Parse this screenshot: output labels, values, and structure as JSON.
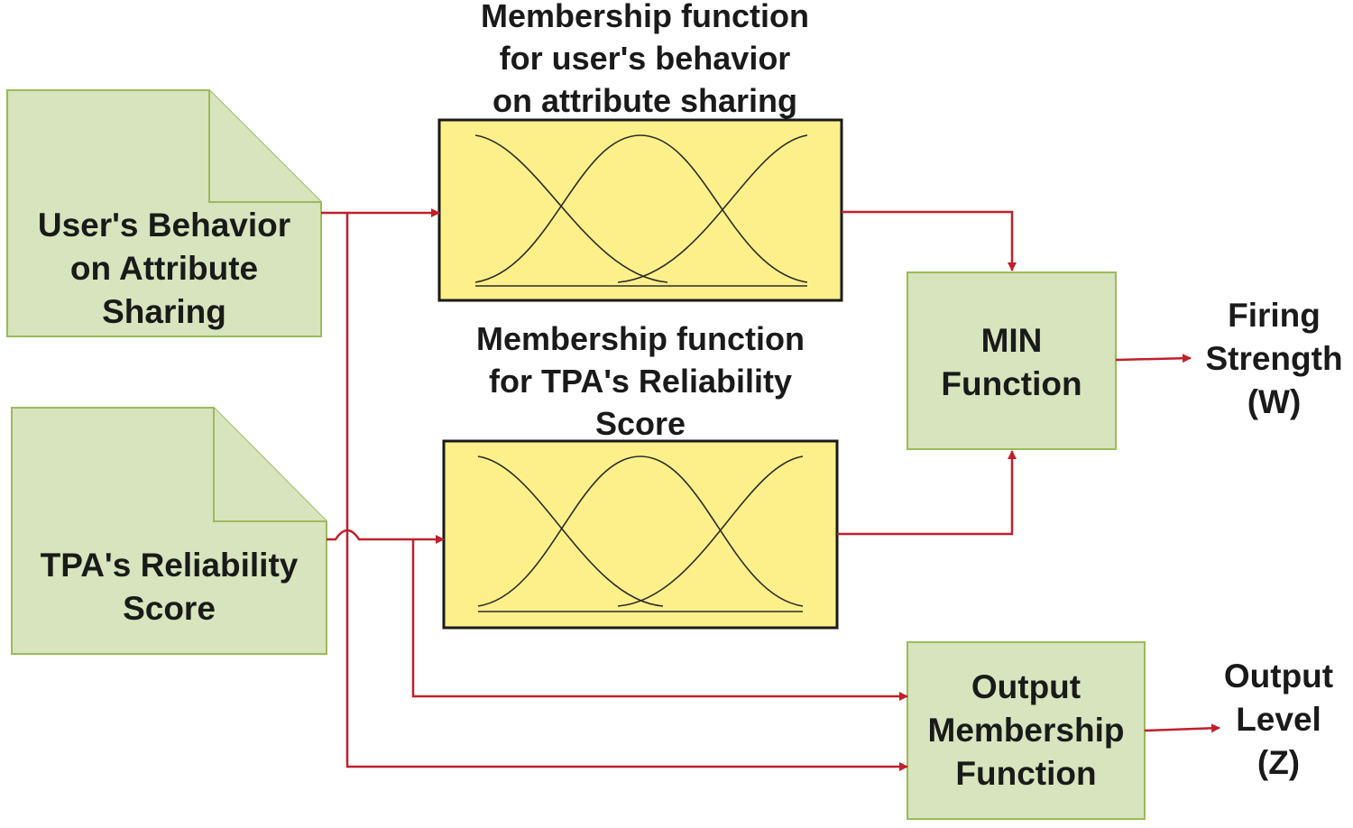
{
  "colors": {
    "doc_fill": "#d7e4bd",
    "doc_stroke": "#9bbb59",
    "mf_fill": "#fdf08a",
    "mf_stroke": "#1a1a1a",
    "curve": "#2b2b2b",
    "arrow": "#c0202a"
  },
  "inputs": {
    "behavior": "User's Behavior\non Attribute\nSharing",
    "reliability": "TPA's Reliability\nScore"
  },
  "membership": {
    "behavior_title": "Membership function\nfor user's behavior\non attribute sharing",
    "reliability_title": "Membership function\nfor TPA's Reliability\nScore"
  },
  "functions": {
    "min": "MIN\nFunction",
    "output_mf": "Output\nMembership\nFunction"
  },
  "outputs": {
    "firing": "Firing\nStrength\n(W)",
    "level": "Output\nLevel\n(Z)"
  }
}
